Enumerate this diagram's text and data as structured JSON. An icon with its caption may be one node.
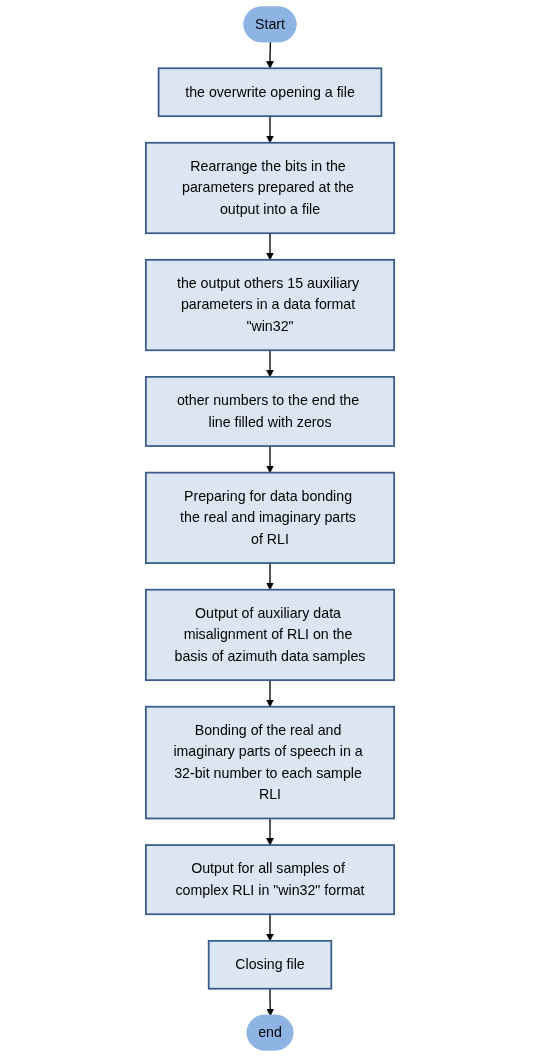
{
  "diagram": {
    "nodes": [
      {
        "text": [
          "Start"
        ]
      },
      {
        "text": [
          "the overwrite opening a file"
        ]
      },
      {
        "text": [
          "Rearrange the bits in the parameters prepared at the output into a file"
        ]
      },
      {
        "text": [
          "the output others 15 auxiliary parameters in a data format \"win32\""
        ]
      },
      {
        "text": [
          "other numbers to the end the line filled with zeros"
        ]
      },
      {
        "text": [
          "Preparing for data bonding the real and imaginary parts of RLI"
        ]
      },
      {
        "text": [
          "Output of auxiliary data misalignment of RLI on the basis of azimuth data samples"
        ]
      },
      {
        "text": [
          "Bonding of the real and imaginary parts of speech in a 32-bit number to each sample RLI"
        ]
      },
      {
        "text": [
          "Output for all samples of complex RLI in \"win32\" format"
        ]
      },
      {
        "text": [
          "Closing file"
        ]
      },
      {
        "text": [
          "end"
        ]
      }
    ],
    "edges": [
      {
        "from": 0,
        "to": 1,
        "arrow": "to"
      },
      {
        "from": 1,
        "to": 2,
        "arrow": "to"
      },
      {
        "from": 2,
        "to": 3,
        "arrow": "to"
      },
      {
        "from": 3,
        "to": 4,
        "arrow": "to"
      },
      {
        "from": 4,
        "to": 5,
        "arrow": "to"
      },
      {
        "from": 5,
        "to": 6,
        "arrow": "to"
      },
      {
        "from": 6,
        "to": 7,
        "arrow": "to"
      },
      {
        "from": 7,
        "to": 8,
        "arrow": "to"
      },
      {
        "from": 8,
        "to": 9,
        "arrow": "to"
      },
      {
        "from": 9,
        "to": 10,
        "arrow": "to"
      }
    ]
  }
}
